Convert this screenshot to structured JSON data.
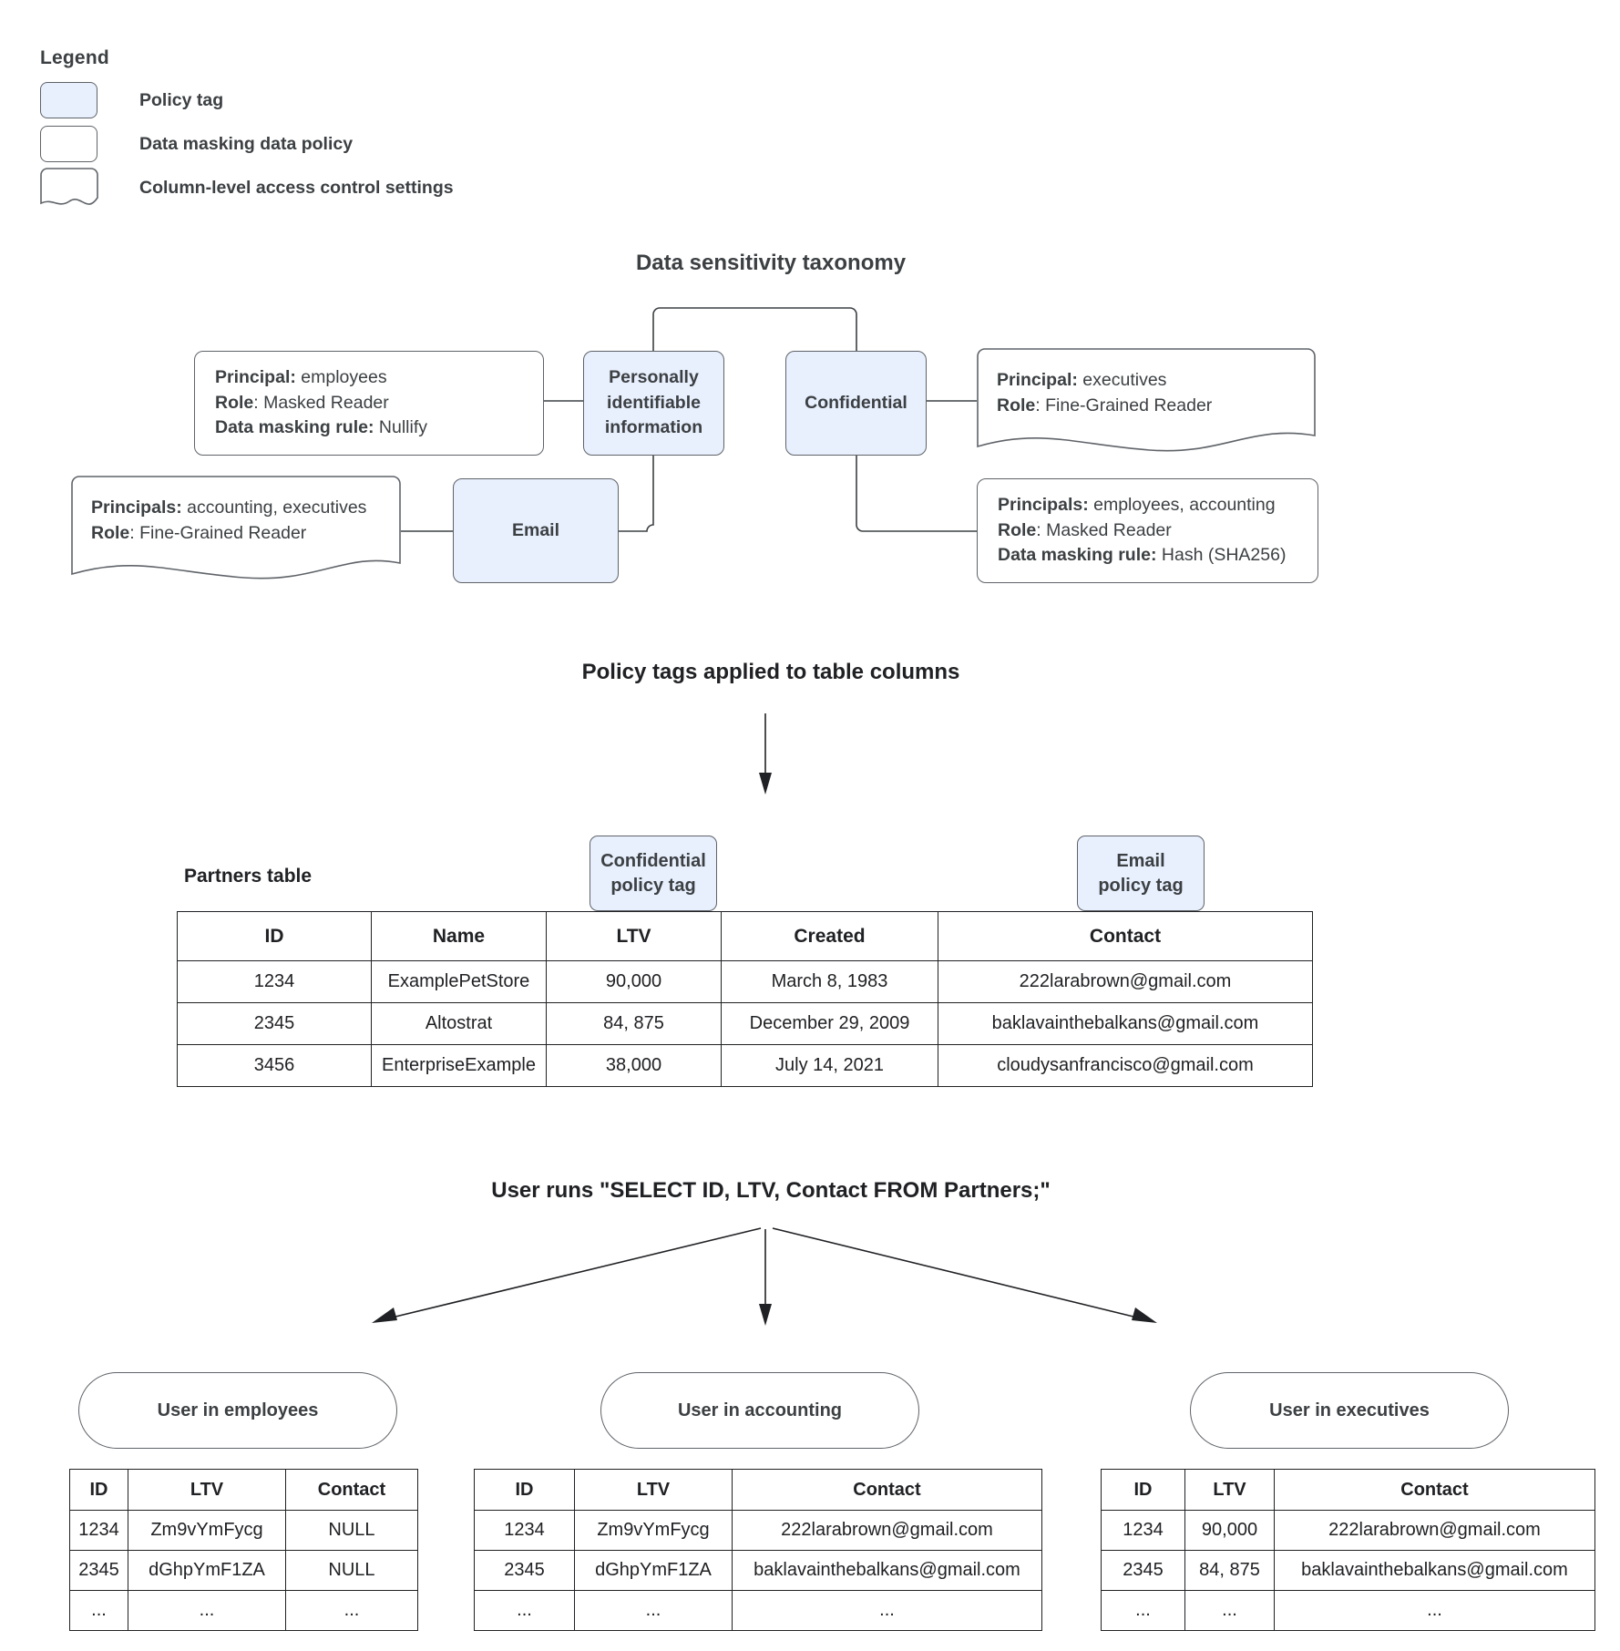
{
  "legend": {
    "title": "Legend",
    "items": [
      {
        "label": "Policy tag",
        "shape": "rounded-rect-filled",
        "fill": "#e8f0fe"
      },
      {
        "label": "Data masking data policy",
        "shape": "rounded-rect",
        "fill": "#ffffff"
      },
      {
        "label": "Column-level access control settings",
        "shape": "wavy-bottom-rect",
        "fill": "#ffffff"
      }
    ]
  },
  "taxonomy": {
    "title": "Data sensitivity taxonomy",
    "tags": {
      "pii": "Personally identifiable information",
      "confidential": "Confidential",
      "email": "Email"
    },
    "policies": {
      "pii_masking": {
        "principal_label": "Principal:",
        "principal_value": "employees",
        "role_label": "Role",
        "role_value": "Masked Reader",
        "rule_label": "Data masking rule:",
        "rule_value": "Nullify"
      },
      "confidential_masking": {
        "principal_label": "Principals:",
        "principal_value": "employees, accounting",
        "role_label": "Role",
        "role_value": "Masked Reader",
        "rule_label": "Data masking rule:",
        "rule_value": "Hash (SHA256)"
      }
    },
    "access": {
      "email_access": {
        "principal_label": "Principals:",
        "principal_value": "accounting, executives",
        "role_label": "Role",
        "role_value": "Fine-Grained Reader"
      },
      "confidential_access": {
        "principal_label": "Principal:",
        "principal_value": "executives",
        "role_label": "Role",
        "role_value": "Fine-Grained Reader"
      }
    }
  },
  "applied": {
    "title": "Policy tags applied to table columns",
    "table_label": "Partners table",
    "column_tags": {
      "ltv": "Confidential\npolicy tag",
      "ltv_line1": "Confidential",
      "ltv_line2": "policy tag",
      "contact_line1": "Email",
      "contact_line2": "policy tag"
    },
    "partners_table": {
      "headers": [
        "ID",
        "Name",
        "LTV",
        "Created",
        "Contact"
      ],
      "rows": [
        [
          "1234",
          "ExamplePetStore",
          "90,000",
          "March 8, 1983",
          "222larabrown@gmail.com"
        ],
        [
          "2345",
          "Altostrat",
          "84, 875",
          "December 29, 2009",
          "baklavainthebalkans@gmail.com"
        ],
        [
          "3456",
          "EnterpriseExample",
          "38,000",
          "July 14, 2021",
          "cloudysanfrancisco@gmail.com"
        ]
      ]
    }
  },
  "query": {
    "title": "User runs \"SELECT ID, LTV, Contact FROM Partners;\""
  },
  "results": [
    {
      "persona": "User in employees",
      "headers": [
        "ID",
        "LTV",
        "Contact"
      ],
      "rows": [
        [
          "1234",
          "Zm9vYmFycg",
          "NULL"
        ],
        [
          "2345",
          "dGhpYmF1ZA",
          "NULL"
        ],
        [
          "...",
          "...",
          "..."
        ]
      ]
    },
    {
      "persona": "User in accounting",
      "headers": [
        "ID",
        "LTV",
        "Contact"
      ],
      "rows": [
        [
          "1234",
          "Zm9vYmFycg",
          "222larabrown@gmail.com"
        ],
        [
          "2345",
          "dGhpYmF1ZA",
          "baklavainthebalkans@gmail.com"
        ],
        [
          "...",
          "...",
          "..."
        ]
      ]
    },
    {
      "persona": "User in executives",
      "headers": [
        "ID",
        "LTV",
        "Contact"
      ],
      "rows": [
        [
          "1234",
          "90,000",
          "222larabrown@gmail.com"
        ],
        [
          "2345",
          "84, 875",
          "baklavainthebalkans@gmail.com"
        ],
        [
          "...",
          "...",
          "..."
        ]
      ]
    }
  ],
  "colors": {
    "tag_fill": "#e8f0fe",
    "stroke": "#5f6368",
    "text": "#3c4043",
    "table_stroke": "#202124"
  }
}
